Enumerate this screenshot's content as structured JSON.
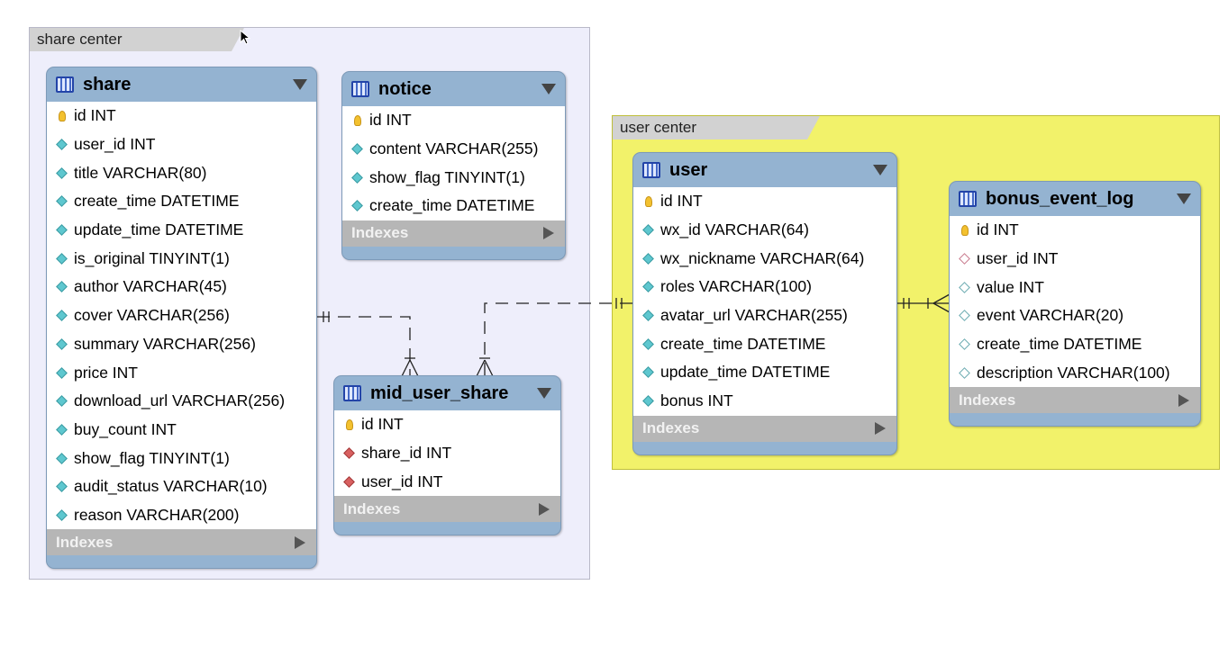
{
  "groups": {
    "share_center": "share center",
    "user_center": "user center"
  },
  "indexes_label": "Indexes",
  "tables": {
    "share": {
      "name": "share",
      "columns": [
        "id INT",
        "user_id INT",
        "title VARCHAR(80)",
        "create_time DATETIME",
        "update_time DATETIME",
        "is_original TINYINT(1)",
        "author VARCHAR(45)",
        "cover VARCHAR(256)",
        "summary VARCHAR(256)",
        "price INT",
        "download_url VARCHAR(256)",
        "buy_count INT",
        "show_flag TINYINT(1)",
        "audit_status VARCHAR(10)",
        "reason VARCHAR(200)"
      ]
    },
    "notice": {
      "name": "notice",
      "columns": [
        "id INT",
        "content VARCHAR(255)",
        "show_flag TINYINT(1)",
        "create_time DATETIME"
      ]
    },
    "mid_user_share": {
      "name": "mid_user_share",
      "columns": [
        "id INT",
        "share_id INT",
        "user_id INT"
      ]
    },
    "user": {
      "name": "user",
      "columns": [
        "id INT",
        "wx_id VARCHAR(64)",
        "wx_nickname VARCHAR(64)",
        "roles VARCHAR(100)",
        "avatar_url VARCHAR(255)",
        "create_time DATETIME",
        "update_time DATETIME",
        "bonus INT"
      ]
    },
    "bonus_event_log": {
      "name": "bonus_event_log",
      "columns": [
        "id INT",
        "user_id INT",
        "value INT",
        "event VARCHAR(20)",
        "create_time DATETIME",
        "description VARCHAR(100)"
      ]
    }
  },
  "colors": {
    "header": "#94b3d1",
    "share_group_bg": "#eeeefb",
    "user_group_bg": "#f2f26a",
    "indexes_bar": "#b6b6b6"
  }
}
